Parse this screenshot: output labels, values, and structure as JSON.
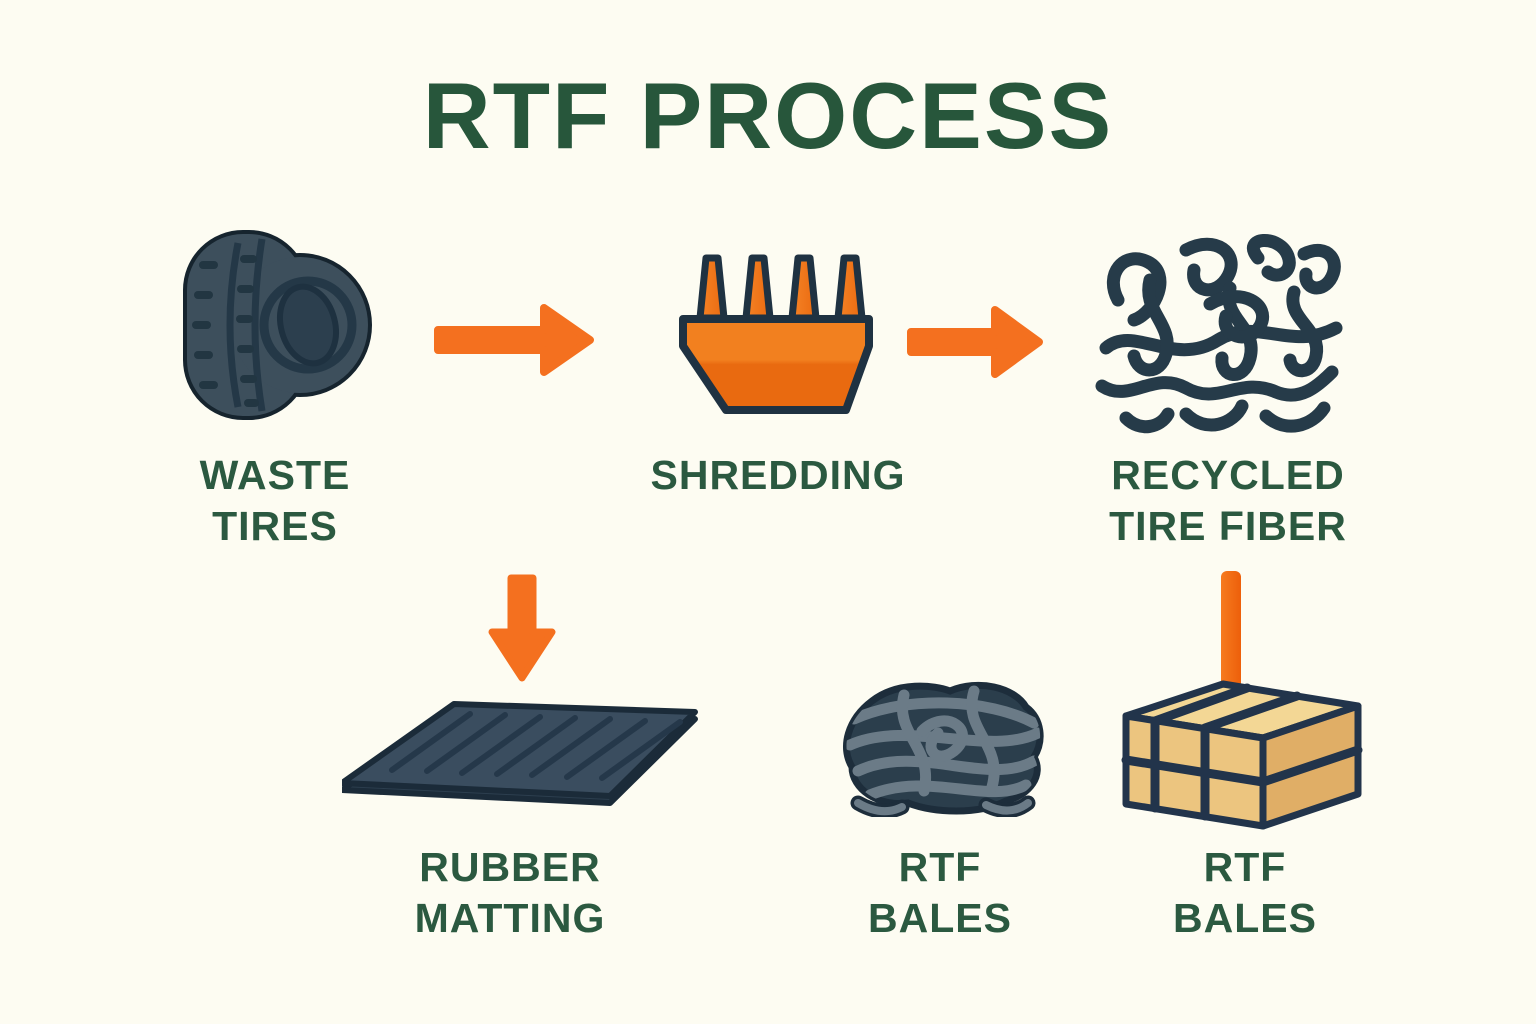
{
  "title": "RTF PROCESS",
  "colors": {
    "background": "#fdfcf2",
    "title_text": "#27563b",
    "label_text": "#2b5940",
    "accent_orange": "#f4701f",
    "dark_navy": "#22344b",
    "tire_slate": "#3d4f5c",
    "bale_tan": "#ecc57f"
  },
  "nodes": {
    "waste_tires": {
      "line1": "WASTE",
      "line2": "TIRES",
      "icon": "tire-icon"
    },
    "shredding": {
      "line1": "SHREDDING",
      "icon": "shredder-icon"
    },
    "recycled_tire_fiber": {
      "line1": "RECYCLED",
      "line2": "TIRE FIBER",
      "icon": "fiber-tangle-icon"
    },
    "rubber_matting": {
      "line1": "RUBBER",
      "line2": "MATTING",
      "icon": "rubber-mat-icon"
    },
    "rtf_bales_loose": {
      "line1": "RTF",
      "line2": "BALES",
      "icon": "fiber-clump-icon"
    },
    "rtf_bales_strapped": {
      "line1": "RTF",
      "line2": "BALES",
      "icon": "strapped-bale-icon"
    }
  },
  "edges": [
    {
      "from": "waste_tires",
      "to": "shredding",
      "connector": "arrow-right"
    },
    {
      "from": "shredding",
      "to": "recycled_tire_fiber",
      "connector": "arrow-right"
    },
    {
      "from": "waste_tires",
      "to": "rubber_matting",
      "connector": "arrow-down"
    },
    {
      "from": "recycled_tire_fiber",
      "to": "rtf_bales_strapped",
      "connector": "vertical-bar"
    }
  ]
}
